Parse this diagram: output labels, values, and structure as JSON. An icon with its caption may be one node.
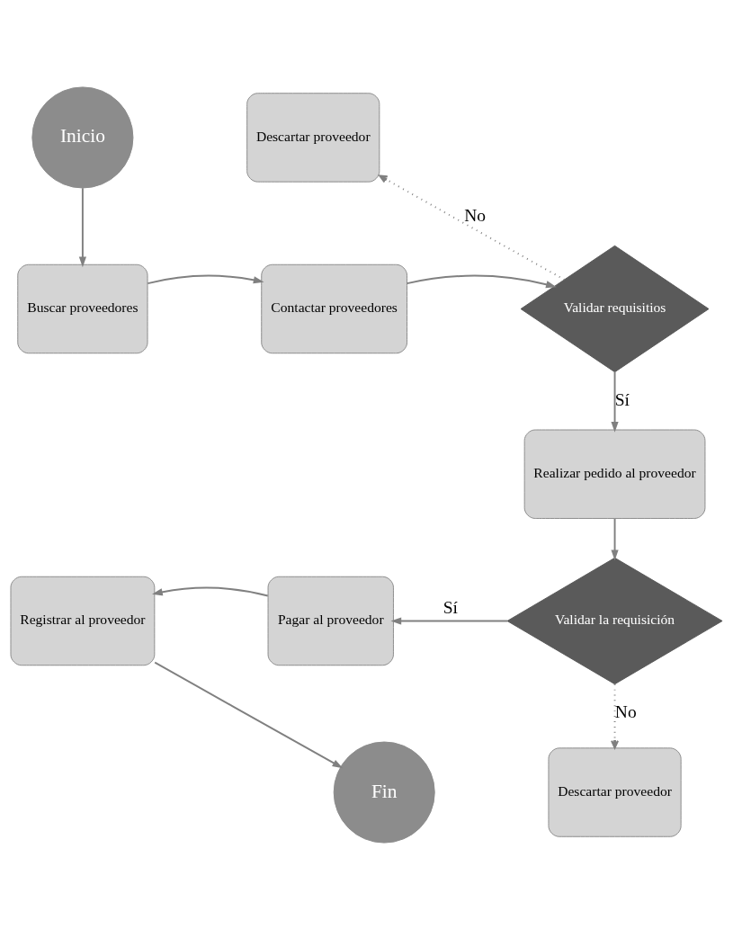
{
  "diagram": {
    "nodes": [
      {
        "text": [
          "Inicio"
        ]
      },
      {
        "text": [
          "Buscar proveedores"
        ]
      },
      {
        "text": [
          "Contactar proveedores"
        ]
      },
      {
        "text": [
          "Validar requisitios"
        ]
      },
      {
        "text": [
          "Descartar proveedor"
        ]
      },
      {
        "text": [
          "Realizar pedido al proveedor"
        ]
      },
      {
        "text": [
          "Validar la requisición"
        ]
      },
      {
        "text": [
          "Pagar al proveedor"
        ]
      },
      {
        "text": [
          "Registrar al proveedor"
        ]
      },
      {
        "text": [
          "Descartar proveedor"
        ]
      },
      {
        "text": [
          "Fin"
        ]
      }
    ],
    "edges": [
      {
        "from": 0,
        "to": 1,
        "arrow": "to"
      },
      {
        "from": 1,
        "to": 2,
        "arrow": "to"
      },
      {
        "from": 2,
        "to": 3,
        "arrow": "to"
      },
      {
        "from": 3,
        "to": 4,
        "arrow": "to",
        "label": "No",
        "style": "dashed"
      },
      {
        "from": 3,
        "to": 5,
        "arrow": "to",
        "label": "Sí"
      },
      {
        "from": 5,
        "to": 6,
        "arrow": "to"
      },
      {
        "from": 6,
        "to": 7,
        "arrow": "to",
        "label": "Sí"
      },
      {
        "from": 7,
        "to": 8,
        "arrow": "to"
      },
      {
        "from": 8,
        "to": 10,
        "arrow": "to"
      },
      {
        "from": 6,
        "to": 9,
        "arrow": "to",
        "label": "No",
        "style": "dashed"
      }
    ]
  }
}
